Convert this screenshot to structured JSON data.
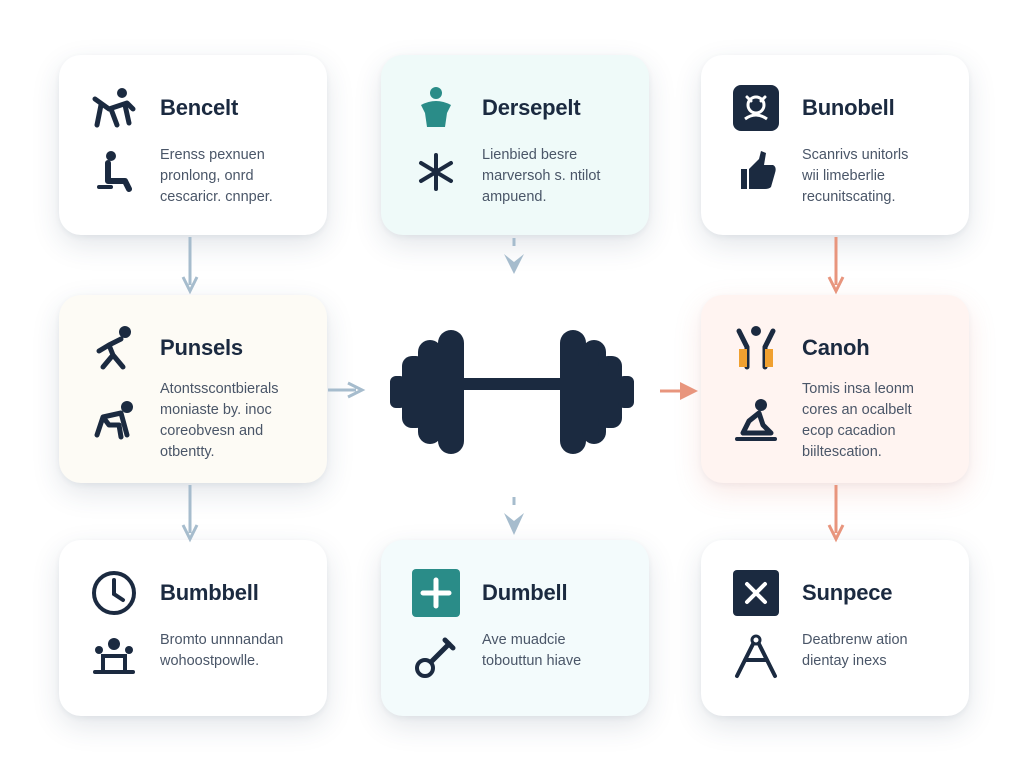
{
  "colors": {
    "navy": "#1b2a40",
    "teal": "#2a8c88",
    "arrow_blue": "#a6bccd",
    "arrow_coral": "#e8957d",
    "accent_orange": "#f0a030"
  },
  "cards": [
    {
      "title": "Bencelt",
      "description": "Erenss pexnuen\npronlong, onrd\ncescaricr. cnnper.",
      "icon_top": "person-stretch-icon",
      "icon_bottom": "person-sitting-icon"
    },
    {
      "title": "Dersepelt",
      "description": "Lienbied besre\nmarversoh s. ntilot\nampuend.",
      "icon_top": "teal-body-icon",
      "icon_bottom": "asterisk-icon"
    },
    {
      "title": "Bunobell",
      "description": "Scanrivs unitorls\nwii limeberlie\nrecunitscating.",
      "icon_top": "bell-badge-icon",
      "icon_bottom": "thumbs-up-icon"
    },
    {
      "title": "Punsels",
      "description": "Atontsscontbierals\nmoniaste by. inoc\ncoreobvesn and\notbentty.",
      "icon_top": "person-lunge-icon",
      "icon_bottom": "person-crawl-icon"
    },
    {
      "title": "Canoh",
      "description": "Tomis insa leonm\ncores an ocalbelt\necop cacadion\nbiiltescation.",
      "icon_top": "arms-up-icon",
      "icon_bottom": "person-meditate-icon"
    },
    {
      "title": "Bumbbell",
      "description": "Bromto unnnandan\nwohoostpowlle.",
      "icon_top": "clock-icon",
      "icon_bottom": "group-icon"
    },
    {
      "title": "Dumbell",
      "description": "Ave muadcie\ntobouttun hiave",
      "icon_top": "plus-square-icon",
      "icon_bottom": "kettle-bell-icon"
    },
    {
      "title": "Sunpece",
      "description": "Deatbrenw ation\ndientay inexs",
      "icon_top": "close-square-icon",
      "icon_bottom": "compass-icon"
    }
  ]
}
